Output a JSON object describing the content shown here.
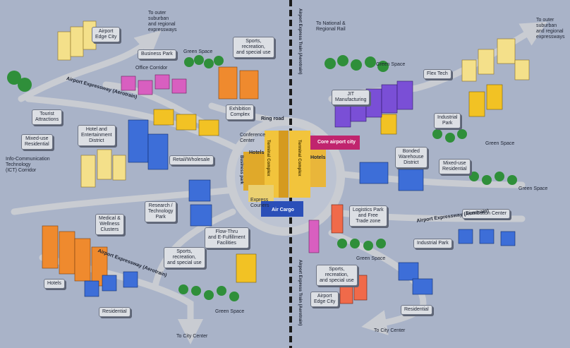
{
  "colors": {
    "background": "#a9b3c8",
    "road": "#c9ccd2",
    "rail": "#1b1b1b",
    "core": "#f2c43c",
    "cargo": "#2b4fb8",
    "hub": "#c0246e"
  },
  "labels": {
    "airport_edge_city_nw": "Airport\nEdge City",
    "to_outer_suburban_w": "To outer\nsuburban\nand regional\nexpressways",
    "business_park": "Business Park",
    "green_space_top": "Green Space",
    "sports_rec_top": "Sports,\nrecreation,\nand special use",
    "office_corridor": "Office Corridor",
    "exhibition_complex": "Exhibition\nComplex",
    "tourist_attractions": "Tourist\nAttractions",
    "hotel_entertainment": "Hotel and\nEntertainment\nDistrict",
    "mixed_use_w": "Mixed-use\nResidential",
    "ict_corridor": "Info-Communication\nTechnology\n(ICT) Corridor",
    "retail_wholesale": "Retail/Wholesale",
    "conference_center": "Conference\nCenter",
    "hotels_core": "Hotels",
    "express_courier": "Express\nCouriers",
    "air_cargo": "Air Cargo",
    "ring_road": "Ring road",
    "research_park": "Research /\nTechnology\nPark",
    "medical_wellness": "Medical &\nWellness\nClusters",
    "flow_thru": "Flow-Thru\nand E-Fulfillment\nFacilities",
    "sports_rec_sw": "Sports,\nrecreation,\nand special use",
    "hotels_sw": "Hotels",
    "residential_sw": "Residential",
    "green_space_sw": "Green Space",
    "to_city_center_w": "To City Center",
    "to_national_rail": "To National &\nRegional Rail",
    "to_outer_suburban_e": "To outer\nsuburban\nand regional\nexpressways",
    "green_space_ne": "Green Space",
    "flex_tech": "Flex Tech",
    "jit_manufacturing": "JIT\nManufacturing",
    "industrial_park_e": "Industrial\nPark",
    "green_space_e1": "Green Space",
    "core_airport_city": "Core airport city",
    "bonded_warehouse": "Bonded\nWarehouse\nDistrict",
    "mixed_use_e": "Mixed-use\nResidential",
    "green_space_e2": "Green Space",
    "logistics_park": "Logistics Park\nand Free\nTrade zone",
    "distribution_center": "Distribution Center",
    "industrial_park_se": "Industrial Park",
    "green_space_se": "Green Space",
    "sports_rec_se": "Sports,\nrecreation,\nand special use",
    "airport_edge_city_s": "Airport\nEdge City",
    "residential_se": "Residential",
    "to_city_center_e": "To City Center",
    "expressway_nw": "Airport Expressway (Aerotrain)",
    "expressway_sw": "Airport Expressway (Aerotrain)",
    "expressway_e": "Airport Expressway (Aerotrain)",
    "rail_top": "Airport Express Train (Aerotrain)",
    "rail_bottom": "Airport Express Train (Aerotrain)",
    "terminal_a": "Terminal Complex",
    "terminal_b": "Terminal Complex",
    "hotels_core_right": "Hotels",
    "business_park_core": "Business park"
  }
}
